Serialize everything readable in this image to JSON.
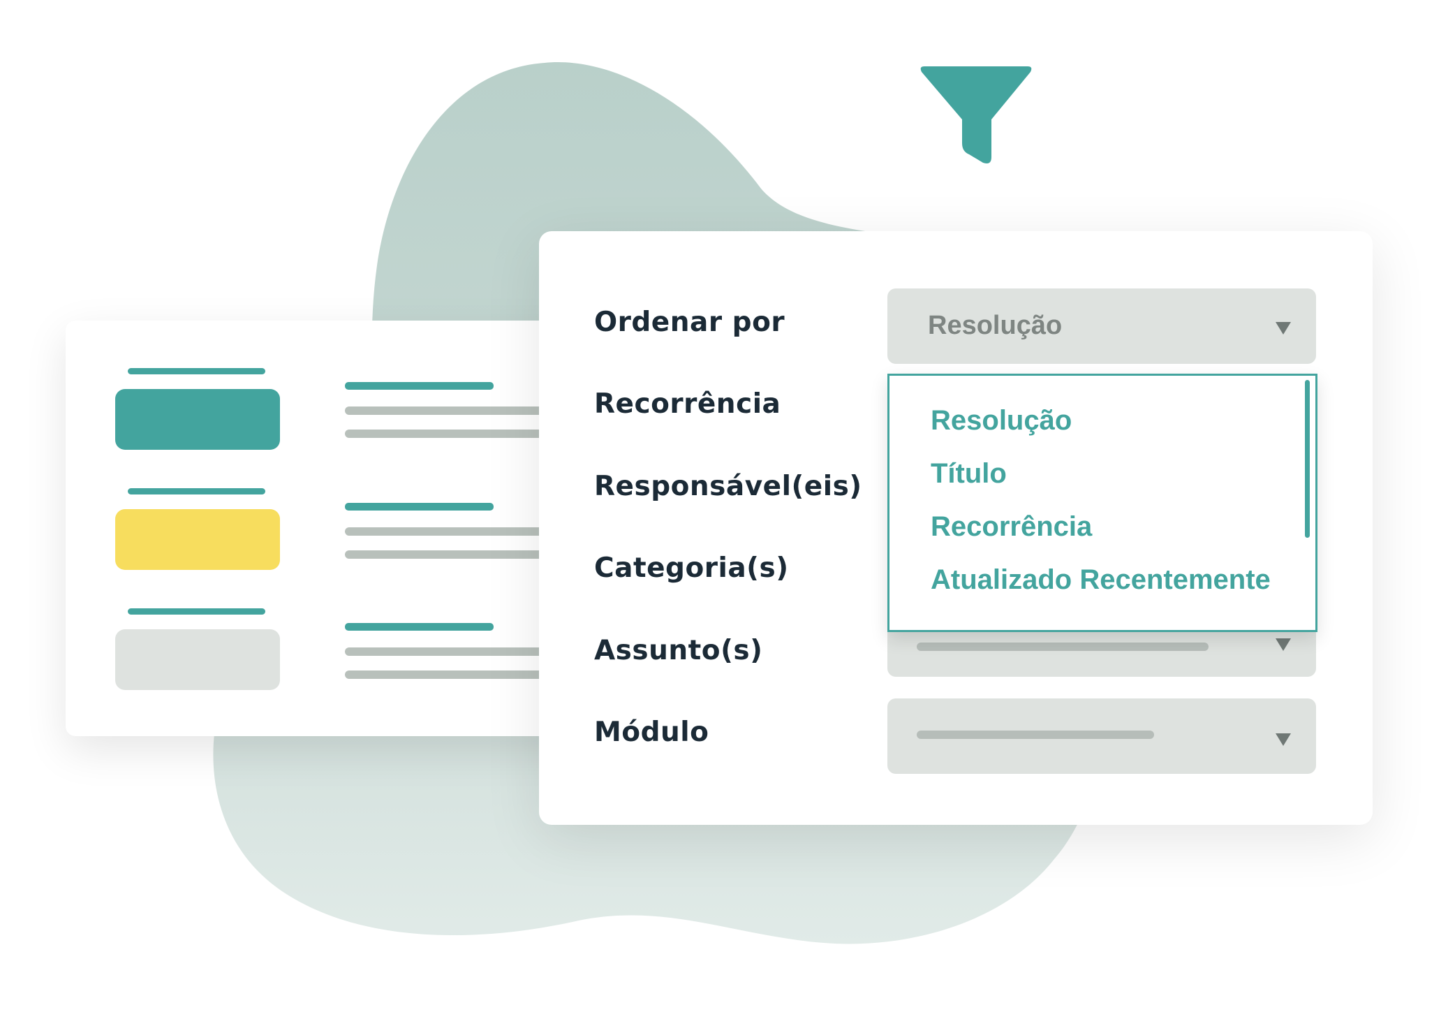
{
  "colors": {
    "accent": "#43a49e",
    "yellow": "#f7dd5e",
    "blob": "#c5d7d2",
    "field_bg": "#dee2df",
    "label_text": "#1b2a36"
  },
  "icons": {
    "funnel": "funnel-icon",
    "caret": "caret-down-icon"
  },
  "filters": {
    "labels": [
      "Ordenar por",
      "Recorrência",
      "Responsável(eis)",
      "Categoria(s)",
      "Assunto(s)",
      "Módulo"
    ],
    "sort_select": {
      "value": "Resolução",
      "options": [
        "Resolução",
        "Título",
        "Recorrência",
        "Atualizado Recentemente"
      ]
    }
  }
}
